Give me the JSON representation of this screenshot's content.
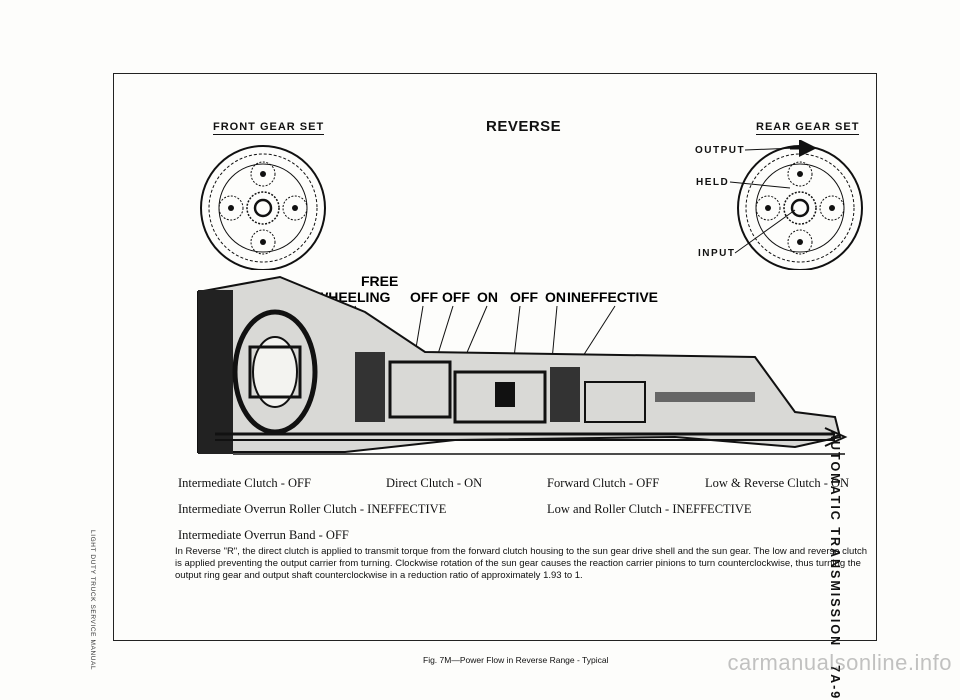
{
  "header": {
    "front_gear_set": "FRONT GEAR SET",
    "title": "REVERSE",
    "rear_gear_set": "REAR GEAR SET"
  },
  "gear_labels": {
    "output": "OUTPUT",
    "held": "HELD",
    "input": "INPUT"
  },
  "diagram_labels": {
    "free": "FREE",
    "states": [
      "WHEELING",
      "OFF",
      "OFF",
      "ON",
      "OFF",
      "ON",
      "INEFFECTIVE"
    ]
  },
  "status": {
    "left": [
      "Intermediate Clutch - OFF",
      "Intermediate Overrun Roller Clutch - INEFFECTIVE",
      "Intermediate Overrun Band - OFF"
    ],
    "middle": [
      "Direct Clutch - ON"
    ],
    "right_col1": [
      "Forward Clutch - OFF",
      "Low and Roller Clutch - INEFFECTIVE"
    ],
    "right_col2": [
      "Low & Reverse Clutch - ON"
    ]
  },
  "description": "In Reverse \"R\", the direct clutch is applied to transmit torque from the forward clutch housing to the sun gear drive shell and the sun gear. The low and reverse clutch is applied preventing the output carrier from turning. Clockwise rotation of the sun gear causes the reaction carrier pinions to turn counterclockwise, thus turning the output ring gear and output shaft counterclockwise in a reduction ratio of approximately 1.93 to 1.",
  "caption": "Fig. 7M—Power Flow in Reverse Range - Typical",
  "side": {
    "section": "AUTOMATIC TRANSMISSION",
    "page": "7A-9",
    "manual": "LIGHT DUTY TRUCK SERVICE MANUAL"
  },
  "watermark": "carmanualsonline.info"
}
